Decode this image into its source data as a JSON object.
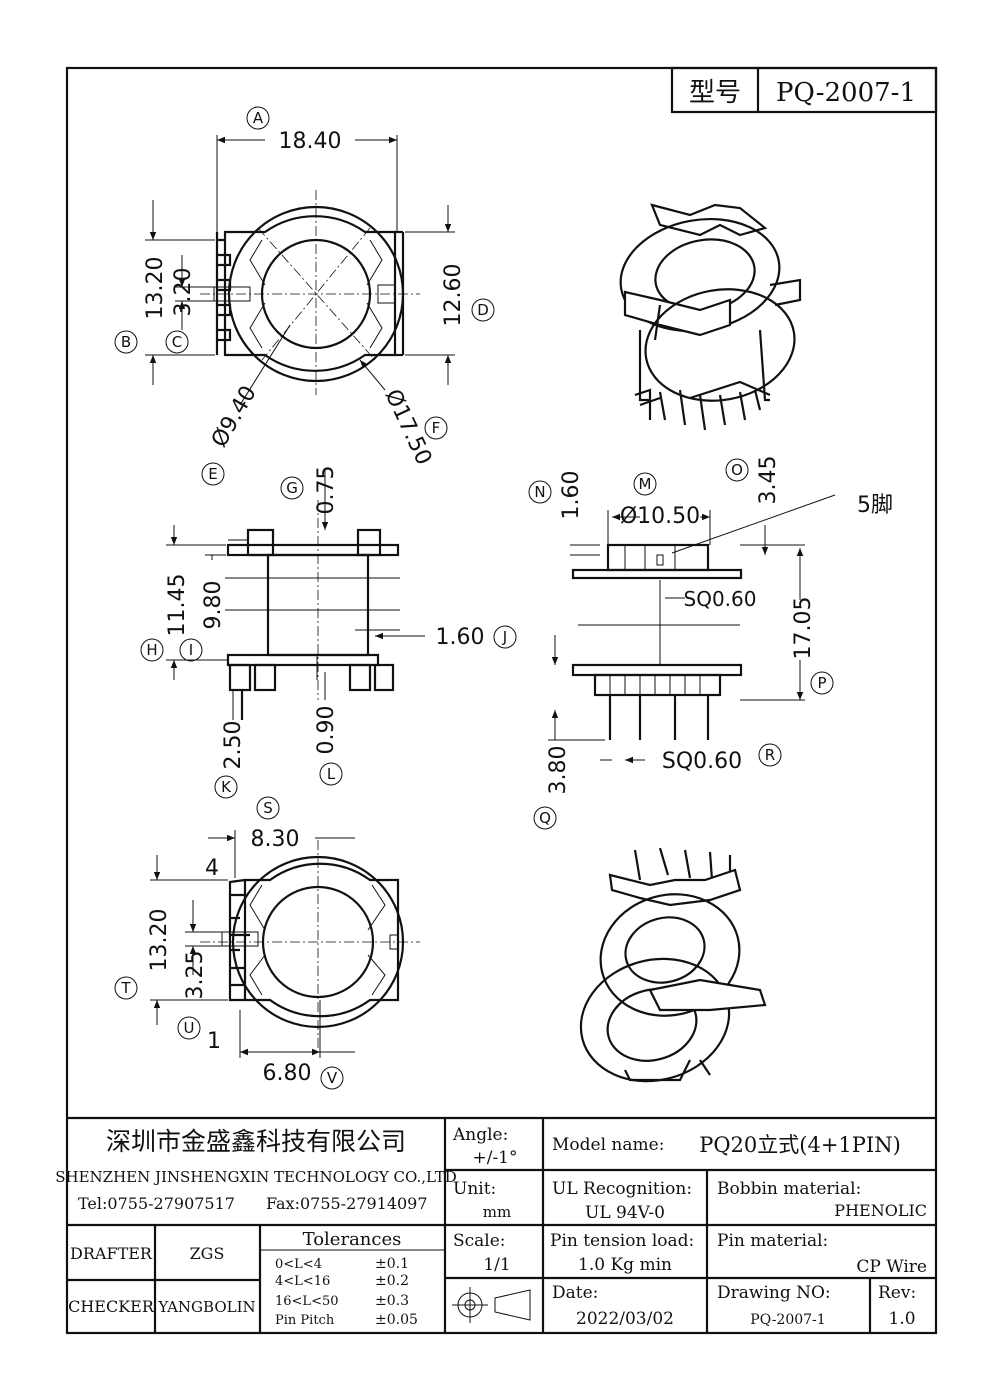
{
  "model": {
    "type_label": "型号",
    "type_value": "PQ-2007-1"
  },
  "top_view": {
    "width": "18.40",
    "height": "13.20",
    "slot": "3.20",
    "right_height": "12.60",
    "inner_dia": "Ø9.40",
    "outer_dia": "Ø17.50",
    "markers": {
      "A": "A",
      "B": "B",
      "C": "C",
      "D": "D",
      "E": "E",
      "F": "F"
    }
  },
  "side_view": {
    "flange": "0.75",
    "total_height": "11.45",
    "winding_height": "9.80",
    "gap": "1.60",
    "pin_len": "2.50",
    "base": "0.90",
    "markers": {
      "G": "G",
      "H": "H",
      "I": "I",
      "J": "J",
      "K": "K",
      "L": "L"
    }
  },
  "pin_view": {
    "top_flange": "1.60",
    "diameter": "Ø10.50",
    "offset": "3.45",
    "pin5_label": "5脚",
    "sq_top": "SQ0.60",
    "total": "17.05",
    "pin_bottom": "3.80",
    "sq_bottom": "SQ0.60",
    "markers": {
      "M": "M",
      "N": "N",
      "O": "O",
      "P": "P",
      "Q": "Q",
      "R": "R"
    }
  },
  "bottom_view": {
    "pin_span": "8.30",
    "height": "13.20",
    "slot": "3.25",
    "pin_pitch_total": "6.80",
    "pin4": "4",
    "pin1": "1",
    "markers": {
      "S": "S",
      "T": "T",
      "U": "U",
      "V": "V"
    }
  },
  "title_block": {
    "company_cn": "深圳市金盛鑫科技有限公司",
    "company_en": "SHENZHEN JINSHENGXIN TECHNOLOGY CO.,LTD",
    "tel": "Tel:0755-27907517",
    "fax": "Fax:0755-27914097",
    "angle_label": "Angle:",
    "angle_value": "+/-1°",
    "unit_label": "Unit:",
    "unit_value": "mm",
    "scale_label": "Scale:",
    "scale_value": "1/1",
    "model_name_label": "Model name:",
    "model_name_value": "PQ20立式(4+1PIN)",
    "ul_label": "UL Recognition:",
    "ul_value": "UL 94V-0",
    "bobbin_label": "Bobbin material:",
    "bobbin_value": "PHENOLIC",
    "pin_tension_label": "Pin tension load:",
    "pin_tension_value": "1.0 Kg min",
    "pin_material_label": "Pin material:",
    "pin_material_value": "CP Wire",
    "date_label": "Date:",
    "date_value": "2022/03/02",
    "drawing_no_label": "Drawing NO:",
    "drawing_no_value": "PQ-2007-1",
    "rev_label": "Rev:",
    "rev_value": "1.0",
    "drafter_label": "DRAFTER",
    "drafter_value": "ZGS",
    "checker_label": "CHECKER",
    "checker_value": "YANGBOLIN",
    "tolerances_title": "Tolerances",
    "tolerances": [
      {
        "range": "0<L<4",
        "value": "±0.1"
      },
      {
        "range": "4<L<16",
        "value": "±0.2"
      },
      {
        "range": "16<L<50",
        "value": "±0.3"
      },
      {
        "range": "Pin Pitch",
        "value": "±0.05"
      }
    ]
  }
}
